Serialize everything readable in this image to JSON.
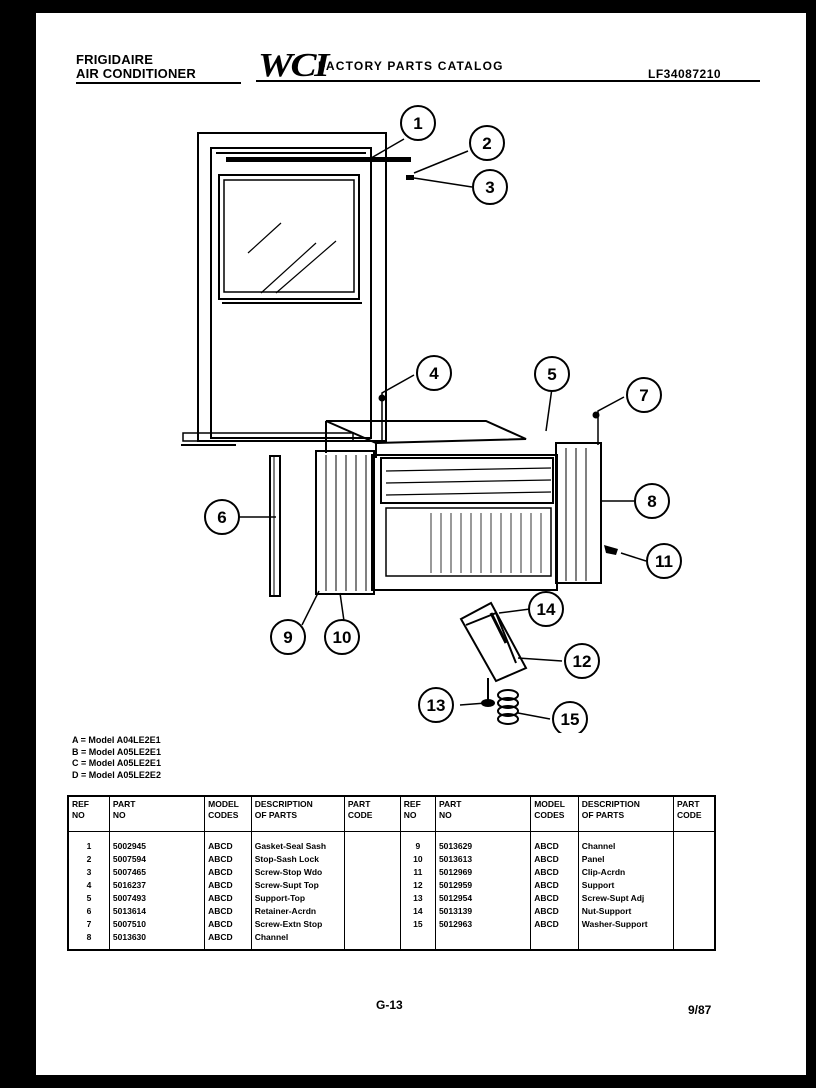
{
  "header": {
    "brand_line1": "FRIGIDAIRE",
    "brand_line2": "AIR CONDITIONER",
    "logo": "WCI",
    "catalog_title": "FACTORY PARTS CATALOG",
    "model_code": "LF34087210"
  },
  "callouts": [
    "1",
    "2",
    "3",
    "4",
    "5",
    "7",
    "6",
    "8",
    "11",
    "9",
    "10",
    "14",
    "12",
    "13",
    "15"
  ],
  "legend": [
    "A = Model A04LE2E1",
    "B = Model A05LE2E1",
    "C = Model A05LE2E1",
    "D = Model A05LE2E2"
  ],
  "table": {
    "headers": {
      "ref": [
        "REF",
        "NO"
      ],
      "part": [
        "PART",
        "NO"
      ],
      "model": [
        "MODEL",
        "CODES"
      ],
      "desc": [
        "DESCRIPTION",
        "OF PARTS"
      ],
      "code": [
        "PART",
        "CODE"
      ]
    },
    "left": {
      "refs": [
        "1",
        "2",
        "3",
        "4",
        "5",
        "6",
        "7",
        "8"
      ],
      "parts": [
        "5002945",
        "5007594",
        "5007465",
        "5016237",
        "5007493",
        "5013614",
        "5007510",
        "5013630"
      ],
      "models": [
        "ABCD",
        "ABCD",
        "ABCD",
        "ABCD",
        "ABCD",
        "ABCD",
        "ABCD",
        "ABCD"
      ],
      "descs": [
        "Gasket-Seal Sash",
        "Stop-Sash Lock",
        "Screw-Stop Wdo",
        "Screw-Supt Top",
        "Support-Top",
        "Retainer-Acrdn",
        "Screw-Extn Stop",
        "Channel"
      ]
    },
    "right": {
      "refs": [
        "9",
        "10",
        "11",
        "12",
        "13",
        "14",
        "15"
      ],
      "parts": [
        "5013629",
        "5013613",
        "5012969",
        "5012959",
        "5012954",
        "5013139",
        "5012963"
      ],
      "models": [
        "ABCD",
        "ABCD",
        "ABCD",
        "ABCD",
        "ABCD",
        "ABCD",
        "ABCD"
      ],
      "descs": [
        "Channel",
        "Panel",
        "Clip-Acrdn",
        "Support",
        "Screw-Supt Adj",
        "Nut-Support",
        "Washer-Support"
      ]
    }
  },
  "footer": {
    "page": "G-13",
    "date": "9/87"
  }
}
